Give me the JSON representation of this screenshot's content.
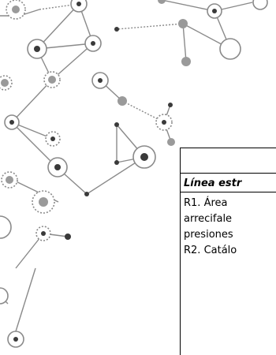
{
  "document": {
    "section_heading": "Línea estr",
    "body_lines": [
      "R1.  Área",
      "arrecifale",
      "presiones",
      "R2. Catálo"
    ]
  },
  "decoration": {
    "line_color": "#8a8a8a",
    "dot_dark": "#3a3a3a",
    "dot_gray": "#9a9a9a"
  }
}
